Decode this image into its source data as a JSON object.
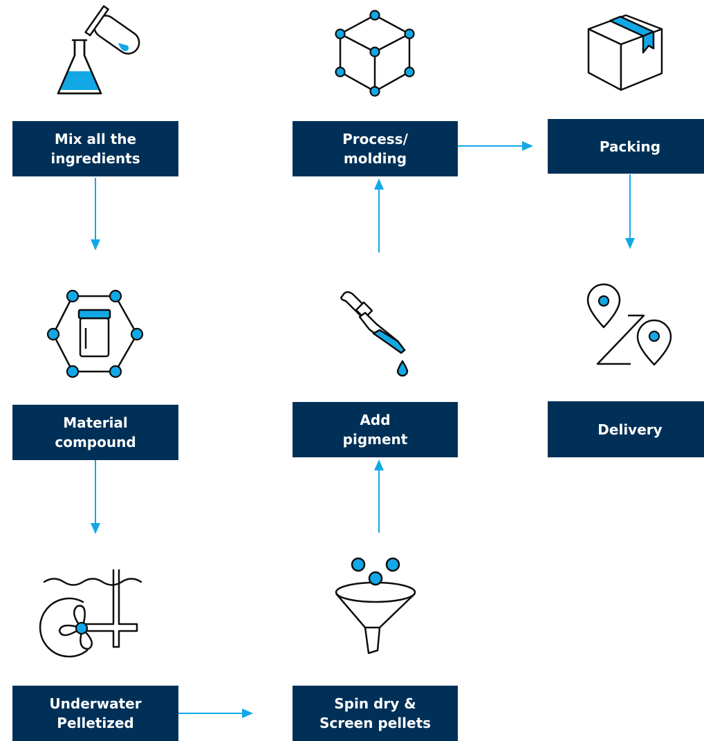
{
  "colors": {
    "box": "#003057",
    "accent": "#12a8e6",
    "stroke": "#0d0d0d",
    "text": "#ffffff"
  },
  "steps": {
    "mix": {
      "label": "Mix all the\ningredients",
      "icon": "flask-test-tube-icon"
    },
    "process": {
      "label": "Process/\nmolding",
      "icon": "cube-icon"
    },
    "packing": {
      "label": "Packing",
      "icon": "box-icon"
    },
    "material": {
      "label": "Material\ncompound",
      "icon": "bottle-hexagon-icon"
    },
    "pigment": {
      "label": "Add\npigment",
      "icon": "dropper-icon"
    },
    "delivery": {
      "label": "Delivery",
      "icon": "map-pins-icon"
    },
    "pelletize": {
      "label": "Underwater\nPelletized",
      "icon": "propeller-icon"
    },
    "spin": {
      "label": "Spin dry &\nScreen pellets",
      "icon": "funnel-icon"
    }
  }
}
